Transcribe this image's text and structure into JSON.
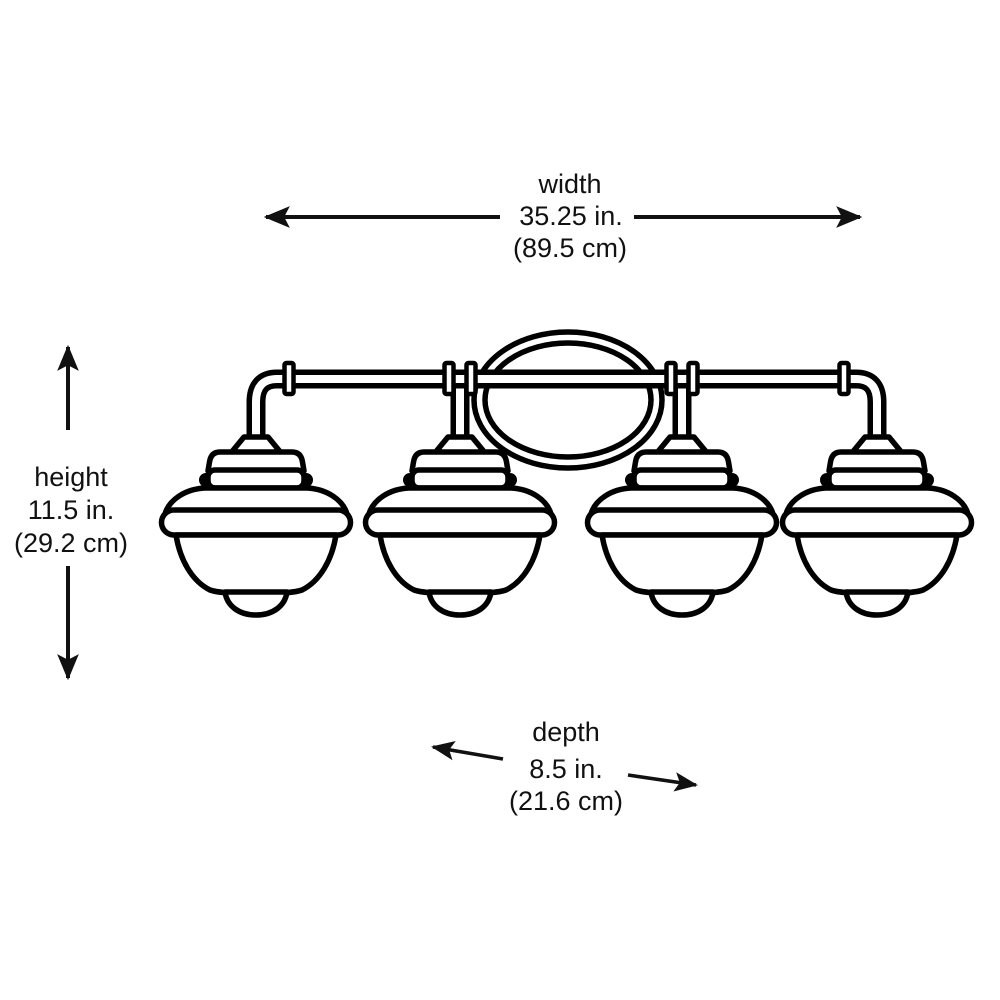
{
  "page": {
    "background_color": "#ffffff",
    "line_color": "#000000",
    "text_color": "#111111"
  },
  "diagram": {
    "subject": "four-light-schoolhouse-vanity-fixture-line-drawing",
    "shade_count": 4
  },
  "annotations": {
    "width": {
      "label": "width",
      "value_in": "35.25 in.",
      "value_cm": "(89.5 cm)"
    },
    "height": {
      "label": "height",
      "value_in": "11.5 in.",
      "value_cm": "(29.2 cm)"
    },
    "depth": {
      "label": "depth",
      "value_in": "8.5 in.",
      "value_cm": "(21.6 cm)"
    }
  }
}
